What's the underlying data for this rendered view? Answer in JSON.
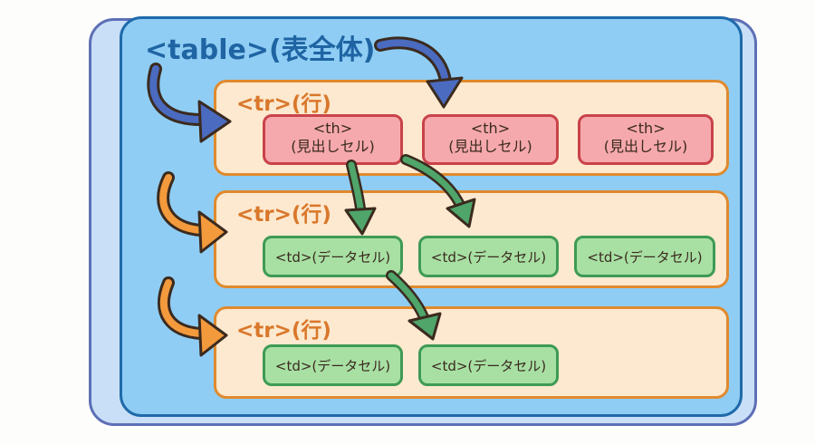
{
  "diagram": {
    "title": "<table>(表全体)",
    "rows": [
      {
        "label": "<tr>(行)",
        "cells": [
          {
            "tag": "<th>",
            "desc": "(見出しセル)"
          },
          {
            "tag": "<th>",
            "desc": "(見出しセル)"
          },
          {
            "tag": "<th>",
            "desc": "(見出しセル)"
          }
        ]
      },
      {
        "label": "<tr>(行)",
        "cells": [
          {
            "text": "<td>(データセル)"
          },
          {
            "text": "<td>(データセル)"
          },
          {
            "text": "<td>(データセル)"
          }
        ]
      },
      {
        "label": "<tr>(行)",
        "cells": [
          {
            "text": "<td>(データセル)"
          },
          {
            "text": "<td>(データセル)"
          }
        ]
      }
    ],
    "colors": {
      "table_fill": "#8fcdf4",
      "table_border": "#1f6aaa",
      "row_fill": "#fde9cf",
      "row_border": "#e08a2e",
      "th_fill": "#f6a9ad",
      "th_border": "#c9434a",
      "td_fill": "#a8e0a4",
      "td_border": "#3e9a55",
      "arrow_blue": "#4a6bbf",
      "arrow_orange": "#f39a3c",
      "arrow_green": "#4fa56a"
    }
  }
}
